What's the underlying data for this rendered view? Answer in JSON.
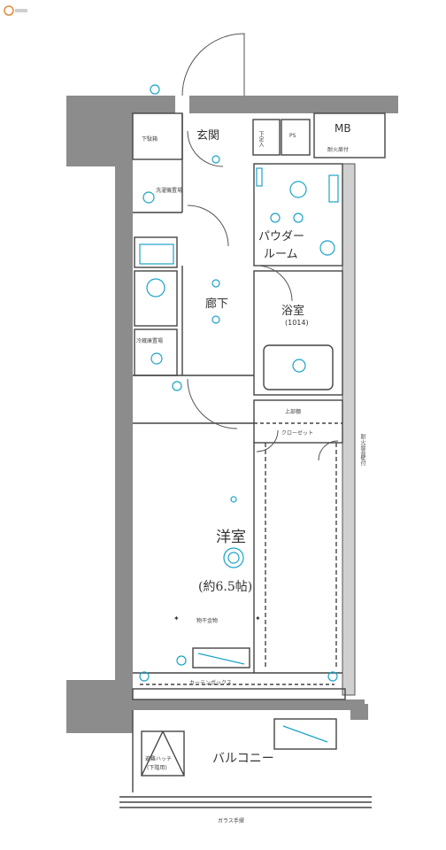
{
  "plan": {
    "rooms": {
      "entrance": "玄関",
      "mb": "MB",
      "powder_room_1": "パウダー",
      "powder_room_2": "ルーム",
      "corridor": "廊下",
      "bathroom": "浴室",
      "bathroom_size": "(1014)",
      "western_room": "洋室",
      "western_room_size": "(約6.5帖)",
      "balcony": "バルコニー"
    },
    "small_labels": {
      "shoe_box": "下駄箱",
      "kb": "下足入",
      "ps": "PS",
      "mb_door": "耐火扉付",
      "washer": "洗濯機置場",
      "fridge": "冷蔵庫置場",
      "upper_cabinet": "上部棚",
      "closet": "クローゼット",
      "closet_line": "カーテンボックス",
      "ceiling_rail": "物干金物",
      "fire_wall": "耐火遮音壁付",
      "evac_hatch_1": "避難ハッチ",
      "evac_hatch_2": "(下階用)",
      "glass_rail": "ガラス手摺"
    },
    "colors": {
      "wall": "#8c8c8c",
      "line": "#444444",
      "accent": "#1aa3c8"
    }
  }
}
